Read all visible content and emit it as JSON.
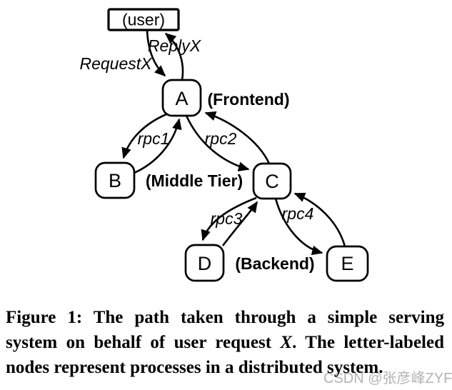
{
  "colors": {
    "ink": "#000000",
    "background": "#ffffff",
    "watermark": "#b4b4b4"
  },
  "diagram": {
    "nodes": {
      "user": {
        "label": "(user)"
      },
      "a": {
        "label": "A"
      },
      "b": {
        "label": "B"
      },
      "c": {
        "label": "C"
      },
      "d": {
        "label": "D"
      },
      "e": {
        "label": "E"
      }
    },
    "tiers": {
      "frontend": "(Frontend)",
      "middle_tier": "(Middle Tier)",
      "backend": "(Backend)"
    },
    "edges": {
      "request": "RequestX",
      "reply": "ReplyX",
      "rpc1": "rpc1",
      "rpc2": "rpc2",
      "rpc3": "rpc3",
      "rpc4": "rpc4"
    }
  },
  "caption": {
    "line1": "Figure 1:  The path taken through a simple serving",
    "line2_pre": "system on behalf of user request",
    "line2_x": "X",
    "line2_post": ". The letter-labeled",
    "line3": "nodes represent processes in a distributed system."
  },
  "watermark": "CSDN @张彦峰ZYF"
}
